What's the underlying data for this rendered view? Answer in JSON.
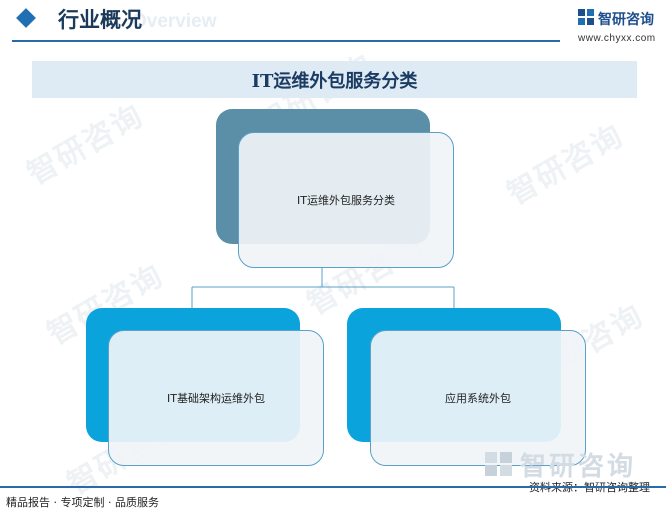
{
  "header": {
    "section_title": "行业概况",
    "ghost_text": "Overview",
    "brand_name": "智研咨询",
    "brand_url": "www.chyxx.com"
  },
  "diagram": {
    "title": "IT运维外包服务分类",
    "root": "IT运维外包服务分类",
    "children": [
      "IT基础架构运维外包",
      "应用系统外包"
    ]
  },
  "footer": {
    "left_text": "精品报告 · 专项定制 · 品质服务",
    "source": "资料来源：智研咨询整理",
    "logo_text": "智研咨询"
  },
  "colors": {
    "root_back": "#5b8fa8",
    "child_back": "#0aa3dc",
    "connector": "#5aa0c8",
    "accent": "#2a6aa8"
  },
  "watermark": "智研咨询"
}
